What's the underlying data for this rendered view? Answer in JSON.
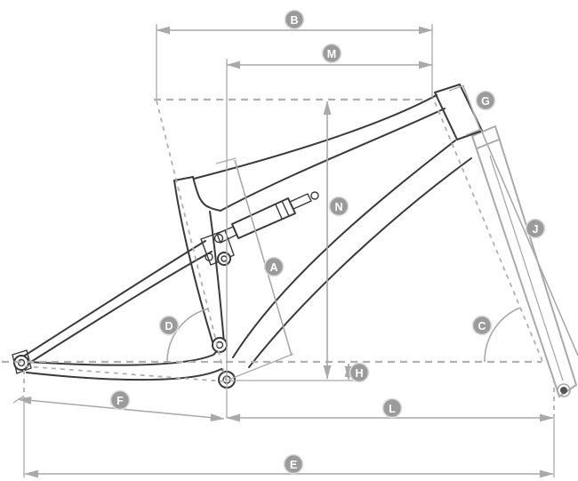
{
  "diagram": {
    "type": "full-suspension-bike-frame-geometry",
    "badge_letters": [
      "A",
      "B",
      "C",
      "D",
      "E",
      "F",
      "G",
      "H",
      "J",
      "L",
      "M",
      "N"
    ]
  },
  "badges": [
    {
      "letter": "A"
    },
    {
      "letter": "B"
    },
    {
      "letter": "C"
    },
    {
      "letter": "D"
    },
    {
      "letter": "E"
    },
    {
      "letter": "F"
    },
    {
      "letter": "G"
    },
    {
      "letter": "H"
    },
    {
      "letter": "J"
    },
    {
      "letter": "L"
    },
    {
      "letter": "M"
    },
    {
      "letter": "N"
    }
  ],
  "colors": {
    "background": "#ffffff",
    "frame_line": "#3a3a3a",
    "dimension_line": "#a9a9a9",
    "dashed_reference_line": "#b0b0b0",
    "badge_fill": "#9b9b9b",
    "badge_ring": "#dcdcdc",
    "badge_text": "#ffffff"
  }
}
